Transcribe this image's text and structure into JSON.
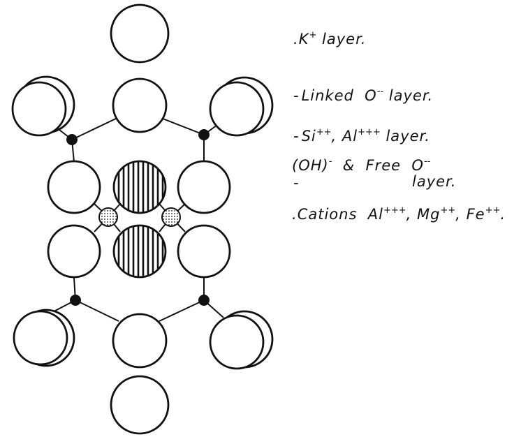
{
  "labels": {
    "k_layer": {
      "prefix": ".",
      "symbol": "K",
      "charge": "+",
      "suffix": " layer."
    },
    "linked_o_layer": {
      "prefix": "-",
      "text": "Linked  O",
      "charge": "--",
      "suffix": " layer."
    },
    "si_al_layer": {
      "prefix": "-",
      "si": "Si",
      "si_charge": "++",
      "al": ", Al",
      "al_charge": "+++",
      "suffix": " layer."
    },
    "oh_layer": {
      "line1_a": "(OH)",
      "line1_a_charge": "-",
      "line1_b": "  &  Free  O",
      "line1_b_charge": "--",
      "line2_prefix": "-",
      "line2": "layer."
    },
    "cations_layer": {
      "prefix": ".",
      "text": "Cations  Al",
      "al_charge": "+++",
      "mg": ", Mg",
      "mg_charge": "++",
      "fe": ", Fe",
      "fe_charge": "++",
      "suffix": "."
    }
  },
  "colors": {
    "ink": "#111111",
    "paper": "#ffffff"
  }
}
